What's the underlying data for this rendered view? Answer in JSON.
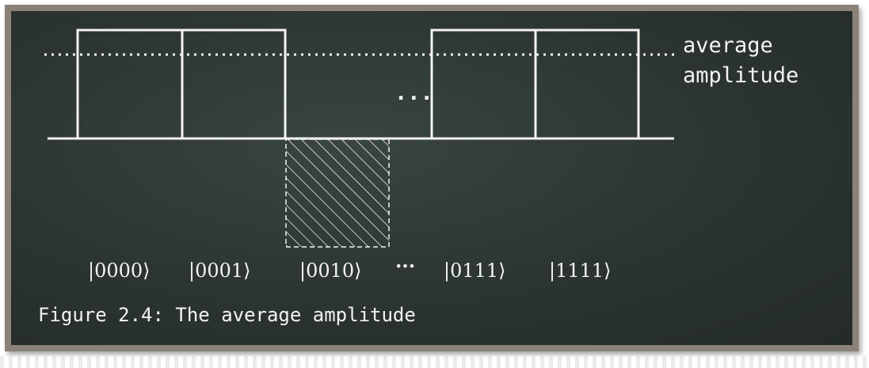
{
  "diagram": {
    "states": [
      "|0000⟩",
      "|0001⟩",
      "|0010⟩",
      "...",
      "|0111⟩",
      "|1111⟩"
    ],
    "ellipsis": "...",
    "average_label_line1": "average",
    "average_label_line2": "amplitude",
    "caption": "Figure 2.4: The average amplitude"
  },
  "colors": {
    "board": "#2b3432",
    "frame": "#8a8276",
    "chalk": "#f4f4ef"
  }
}
